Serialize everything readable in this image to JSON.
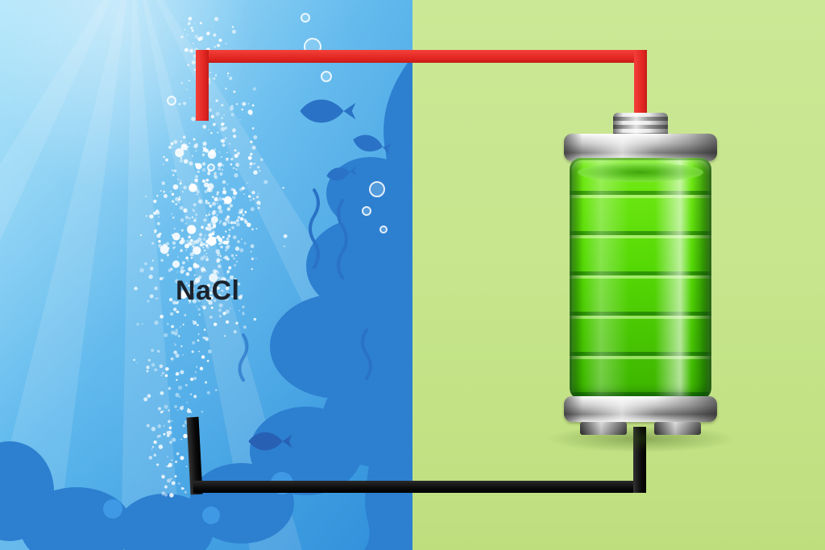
{
  "diagram": {
    "solution_label": "NaCl",
    "battery": {
      "segment_count": 6,
      "fill_level": "full"
    },
    "colors": {
      "water_light": "#a9e4fa",
      "water_mid": "#58b5ec",
      "water_deep": "#2f8ed9",
      "water_silhouette": "#2d7fd0",
      "land": "#c6e58b",
      "battery_green": "#55d905",
      "metal_light": "#fbfbfb",
      "metal_dark": "#808080",
      "wire_positive": "#e02420",
      "wire_negative": "#0b0b0b",
      "label_color": "#1b222c"
    },
    "bubbles": {
      "seed": 1337,
      "small_count": 720,
      "large_count": 28
    }
  }
}
